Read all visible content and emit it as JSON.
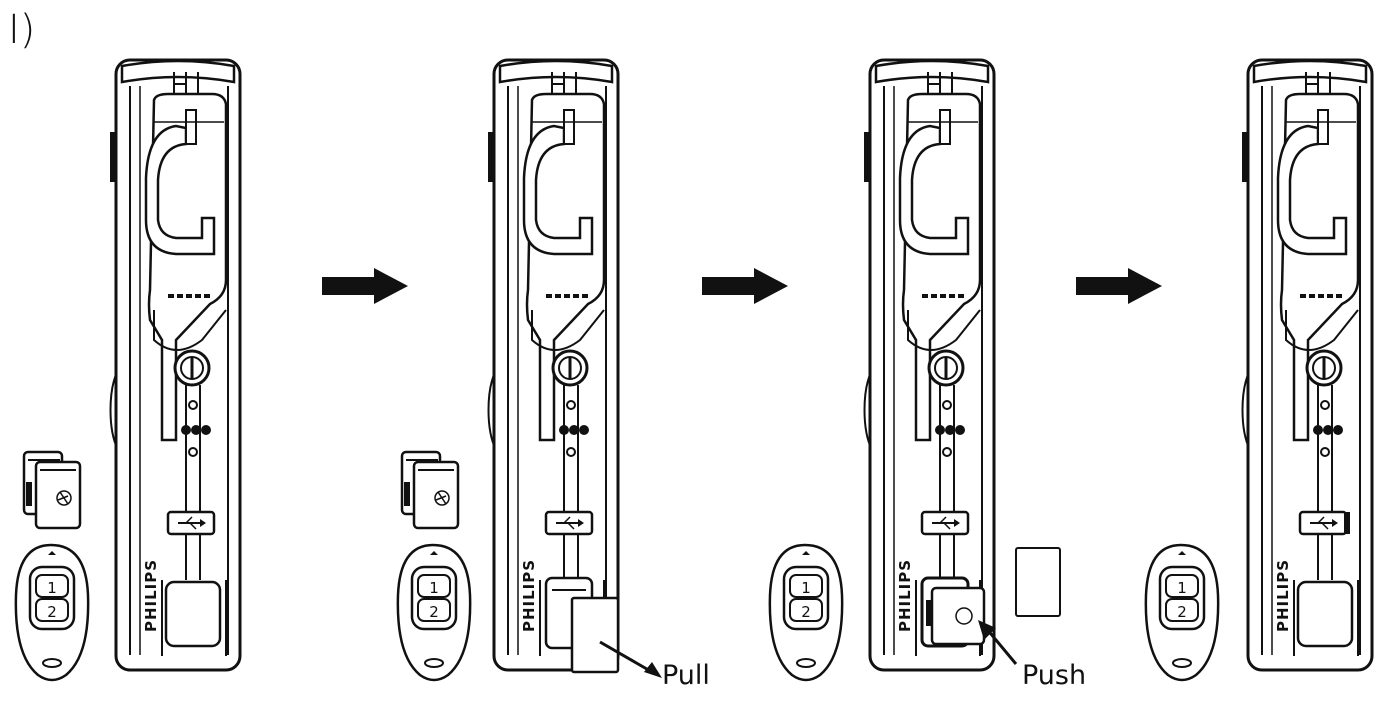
{
  "step": {
    "label": "I)"
  },
  "panels": [
    {
      "name": "panel-1",
      "action_label": ""
    },
    {
      "name": "panel-2",
      "action_label": "Pull"
    },
    {
      "name": "panel-3",
      "action_label": "Push"
    },
    {
      "name": "panel-4",
      "action_label": ""
    }
  ],
  "device": {
    "brand": "PHILIPS"
  },
  "remote": {
    "button_1": "1",
    "button_2": "2"
  },
  "colors": {
    "line": "#111111",
    "fill": "#ffffff",
    "arrow": "#111111"
  },
  "icons": [
    "usb-icon",
    "arrow-right-icon",
    "battery-icon",
    "remote-control-icon"
  ]
}
